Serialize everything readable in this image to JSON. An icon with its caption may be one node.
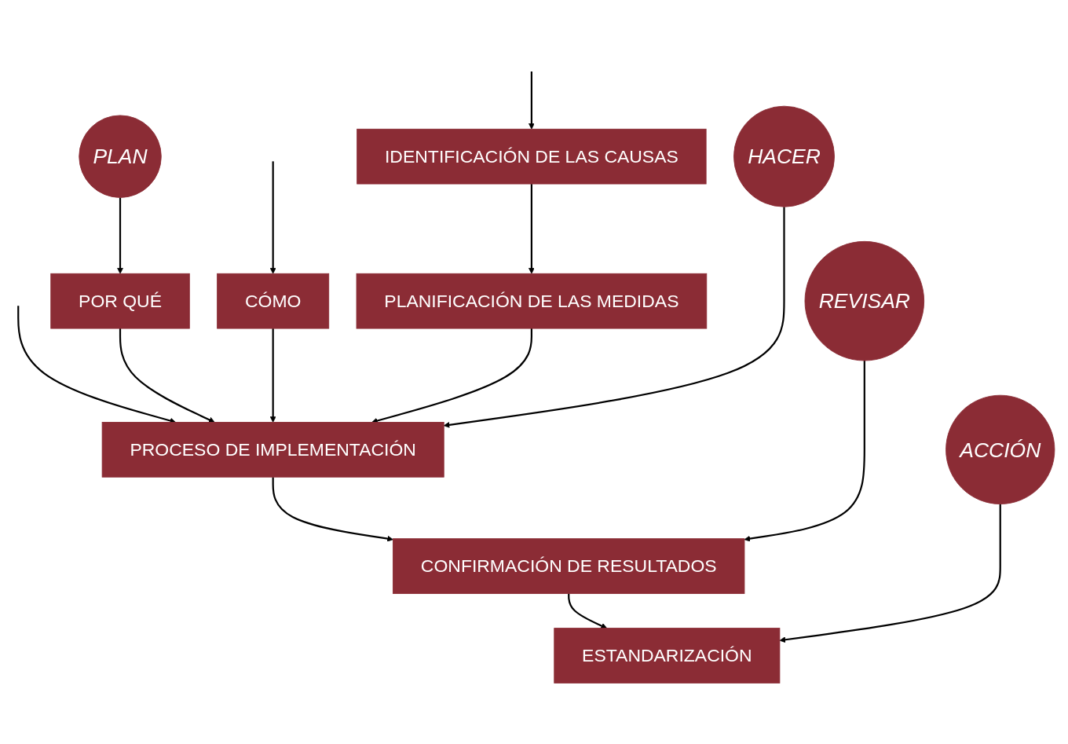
{
  "diagram": {
    "nodes": [
      {
        "text": [
          "PLAN"
        ]
      },
      {
        "text": [
          "POR QUÉ"
        ]
      },
      {
        "text": [
          "CÓMO"
        ]
      },
      {
        "text": [
          "IDENTIFICACIÓN DE LAS CAUSAS"
        ]
      },
      {
        "text": [
          "PLANIFICACIÓN DE LAS MEDIDAS"
        ]
      },
      {
        "text": [
          "HACER"
        ]
      },
      {
        "text": [
          "PROCESO DE IMPLEMENTACIÓN"
        ]
      },
      {
        "text": [
          "REVISAR"
        ]
      },
      {
        "text": [
          "CONFIRMACIÓN DE RESULTADOS"
        ]
      },
      {
        "text": [
          "ACCIÓN"
        ]
      },
      {
        "text": [
          "ESTANDARIZACIÓN"
        ]
      }
    ],
    "edges": [
      {
        "from": null,
        "to": 3,
        "arrow": "to"
      },
      {
        "from": null,
        "to": 6,
        "arrow": "to"
      },
      {
        "from": null,
        "to": 2,
        "arrow": "to"
      },
      {
        "from": 0,
        "to": 1,
        "arrow": "to"
      },
      {
        "from": 1,
        "to": 6,
        "arrow": "to"
      },
      {
        "from": 2,
        "to": 6,
        "arrow": "to"
      },
      {
        "from": 3,
        "to": 4,
        "arrow": "to"
      },
      {
        "from": 4,
        "to": 6,
        "arrow": "to"
      },
      {
        "from": 5,
        "to": 6,
        "arrow": "to"
      },
      {
        "from": 6,
        "to": 8,
        "arrow": "to"
      },
      {
        "from": 7,
        "to": 8,
        "arrow": "to"
      },
      {
        "from": 8,
        "to": 10,
        "arrow": "to"
      },
      {
        "from": 9,
        "to": 10,
        "arrow": "to"
      }
    ]
  }
}
